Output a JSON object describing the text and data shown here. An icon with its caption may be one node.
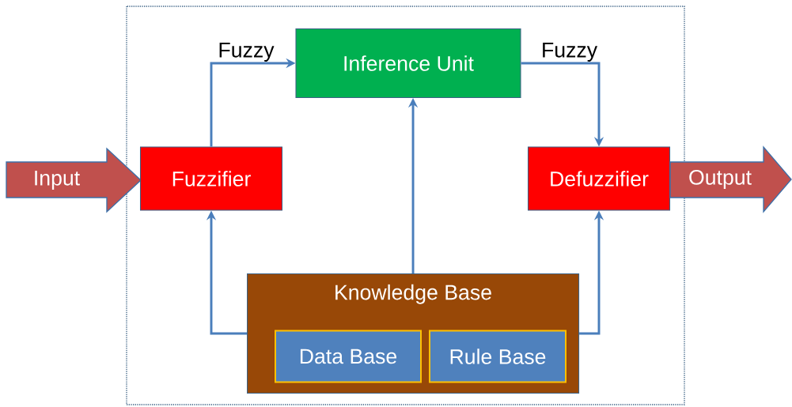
{
  "diagram": {
    "nodes": [
      {
        "text": [
          "Input"
        ]
      },
      {
        "text": [
          "Fuzzifier"
        ]
      },
      {
        "text": [
          "Inference Unit"
        ]
      },
      {
        "text": [
          "Defuzzifier"
        ]
      },
      {
        "text": [
          "Output"
        ]
      },
      {
        "text": [
          "Knowledge Base"
        ]
      },
      {
        "text": [
          "Data Base"
        ],
        "in": 5
      },
      {
        "text": [
          "Rule Base"
        ],
        "in": 5
      }
    ],
    "edges": [
      {
        "from": 1,
        "to": 2,
        "arrow": "to",
        "label": "Fuzzy"
      },
      {
        "from": 2,
        "to": 3,
        "arrow": "to",
        "label": "Fuzzy"
      },
      {
        "from": 5,
        "to": 1,
        "arrow": "to"
      },
      {
        "from": 5,
        "to": 2,
        "arrow": "to"
      },
      {
        "from": 5,
        "to": 3,
        "arrow": "to"
      }
    ]
  }
}
